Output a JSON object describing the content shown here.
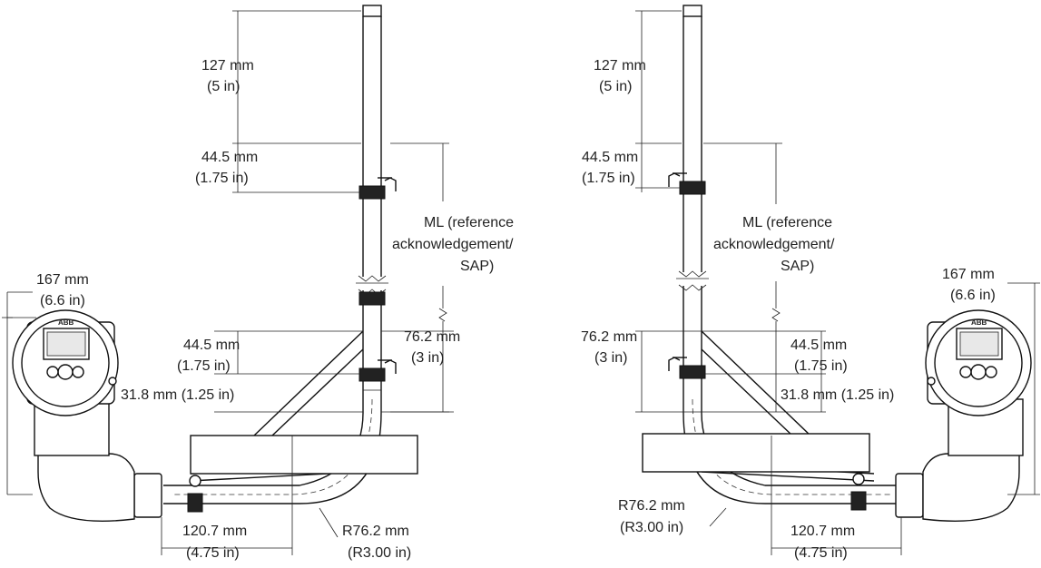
{
  "left_view": {
    "top_length": [
      "127 mm",
      "(5 in)"
    ],
    "upper_clamp_offset": [
      "44.5 mm",
      "(1.75 in)"
    ],
    "measuring_length": [
      "ML (reference",
      "acknowledgement/",
      "SAP)"
    ],
    "transmitter_height": [
      "167 mm",
      "(6.6 in)"
    ],
    "lower_clamp_offset": [
      "44.5 mm",
      "(1.75 in)"
    ],
    "lower_span": [
      "76.2 mm",
      "(3 in)"
    ],
    "bracket_offset": "31.8 mm (1.25 in)",
    "horizontal_offset": [
      "120.7 mm",
      "(4.75 in)"
    ],
    "bend_radius": [
      "R76.2 mm",
      "(R3.00 in)"
    ]
  },
  "right_view": {
    "top_length": [
      "127 mm",
      "(5 in)"
    ],
    "upper_clamp_offset": [
      "44.5 mm",
      "(1.75 in)"
    ],
    "measuring_length": [
      "ML (reference",
      "acknowledgement/",
      "SAP)"
    ],
    "transmitter_height": [
      "167 mm",
      "(6.6 in)"
    ],
    "lower_span": [
      "76.2 mm",
      "(3 in)"
    ],
    "lower_clamp_offset": [
      "44.5 mm",
      "(1.75 in)"
    ],
    "bracket_offset": "31.8 mm (1.25 in)",
    "bend_radius": [
      "R76.2 mm",
      "(R3.00 in)"
    ],
    "horizontal_offset": [
      "120.7 mm",
      "(4.75 in)"
    ]
  },
  "logo_text": "ABB"
}
